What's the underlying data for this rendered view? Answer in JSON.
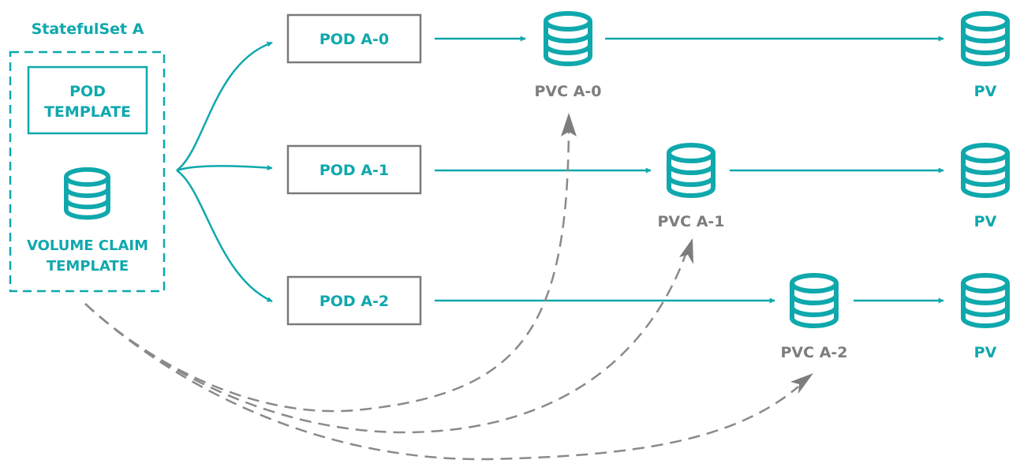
{
  "colors": {
    "teal": "#0fa8ad",
    "gray_text": "#7d7d7d",
    "gray_border": "#7a7a7a",
    "dashed_arrow": "#8a8a8a"
  },
  "statefulset": {
    "title": "StatefulSet A",
    "pod_template_line1": "POD",
    "pod_template_line2": "TEMPLATE",
    "vct_icon": "database-icon",
    "vct_line1": "VOLUME CLAIM",
    "vct_line2": "TEMPLATE"
  },
  "pods": [
    {
      "label": "POD A-0"
    },
    {
      "label": "POD A-1"
    },
    {
      "label": "POD A-2"
    }
  ],
  "pvcs": [
    {
      "label": "PVC A-0",
      "icon": "database-icon"
    },
    {
      "label": "PVC A-1",
      "icon": "database-icon"
    },
    {
      "label": "PVC A-2",
      "icon": "database-icon"
    }
  ],
  "pvs": [
    {
      "label": "PV",
      "icon": "database-icon"
    },
    {
      "label": "PV",
      "icon": "database-icon"
    },
    {
      "label": "PV",
      "icon": "database-icon"
    }
  ]
}
